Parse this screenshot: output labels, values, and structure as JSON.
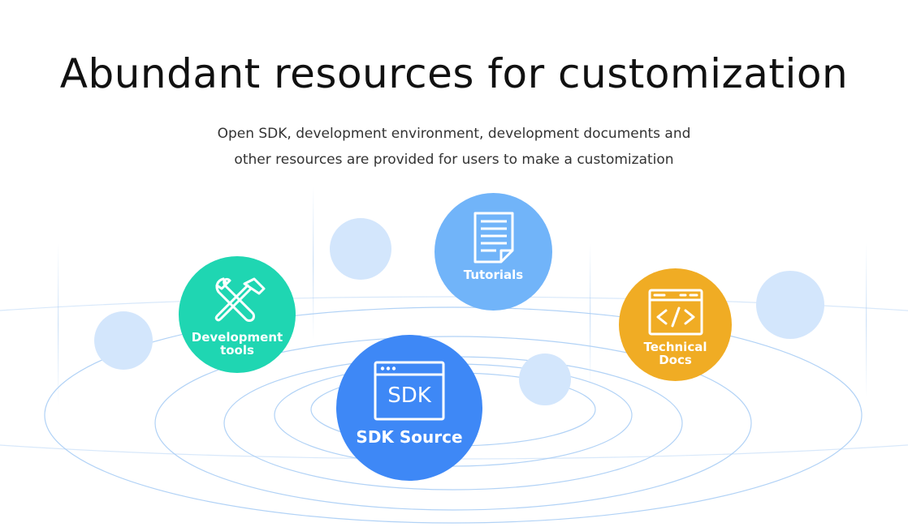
{
  "header": {
    "title": "Abundant resources for customization",
    "subtitle_line1": "Open SDK, development environment, development documents and",
    "subtitle_line2": "other resources are provided for users to make a customization"
  },
  "resources": {
    "development_tools": {
      "label_line1": "Development",
      "label_line2": "tools",
      "color": "#1fd6b2",
      "icon": "tools-icon"
    },
    "tutorials": {
      "label": "Tutorials",
      "color": "#71b4f9",
      "icon": "document-icon"
    },
    "sdk_source": {
      "icon_text": "SDK",
      "label": "SDK Source",
      "color": "#3e88f6",
      "icon": "browser-window-icon"
    },
    "technical_docs": {
      "label_line1": "Technical",
      "label_line2": "Docs",
      "color": "#f0ac24",
      "icon": "code-window-icon"
    }
  },
  "decor": {
    "bubble_color": "#d3e6fc",
    "ring_color": "#a9cdf5"
  }
}
